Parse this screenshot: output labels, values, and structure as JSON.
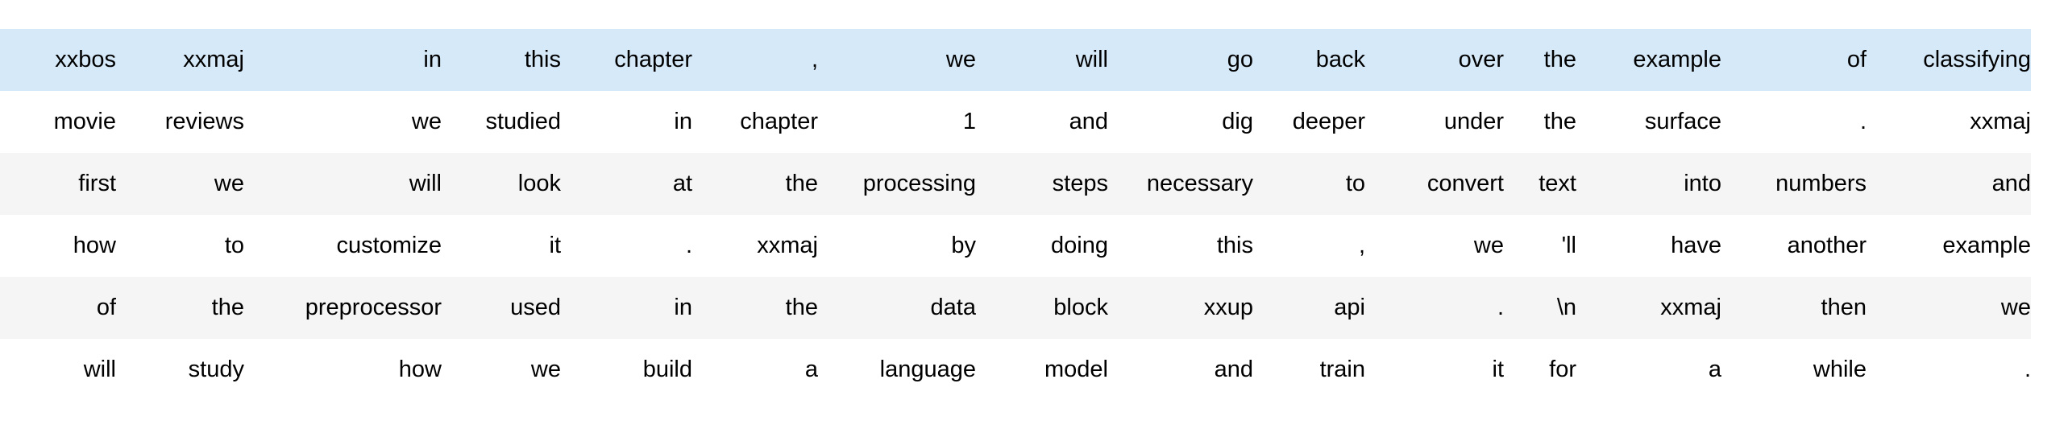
{
  "colors": {
    "highlight_row": "#d6e9f8",
    "stripe_row": "#f5f5f5",
    "row_bg": "#ffffff",
    "text": "#000000"
  },
  "table": {
    "name": "tokenized-text-dataframe",
    "num_columns": 15,
    "rows": [
      {
        "highlight": true,
        "cells": [
          "xxbos",
          "xxmaj",
          "in",
          "this",
          "chapter",
          ",",
          "we",
          "will",
          "go",
          "back",
          "over",
          "the",
          "example",
          "of",
          "classifying"
        ]
      },
      {
        "highlight": false,
        "cells": [
          "movie",
          "reviews",
          "we",
          "studied",
          "in",
          "chapter",
          "1",
          "and",
          "dig",
          "deeper",
          "under",
          "the",
          "surface",
          ".",
          "xxmaj"
        ]
      },
      {
        "highlight": false,
        "cells": [
          "first",
          "we",
          "will",
          "look",
          "at",
          "the",
          "processing",
          "steps",
          "necessary",
          "to",
          "convert",
          "text",
          "into",
          "numbers",
          "and"
        ]
      },
      {
        "highlight": false,
        "cells": [
          "how",
          "to",
          "customize",
          "it",
          ".",
          "xxmaj",
          "by",
          "doing",
          "this",
          ",",
          "we",
          "'ll",
          "have",
          "another",
          "example"
        ]
      },
      {
        "highlight": false,
        "cells": [
          "of",
          "the",
          "preprocessor",
          "used",
          "in",
          "the",
          "data",
          "block",
          "xxup",
          "api",
          ".",
          "\\n",
          "xxmaj",
          "then",
          "we"
        ]
      },
      {
        "highlight": false,
        "cells": [
          "will",
          "study",
          "how",
          "we",
          "build",
          "a",
          "language",
          "model",
          "and",
          "train",
          "it",
          "for",
          "a",
          "while",
          "."
        ]
      }
    ]
  }
}
